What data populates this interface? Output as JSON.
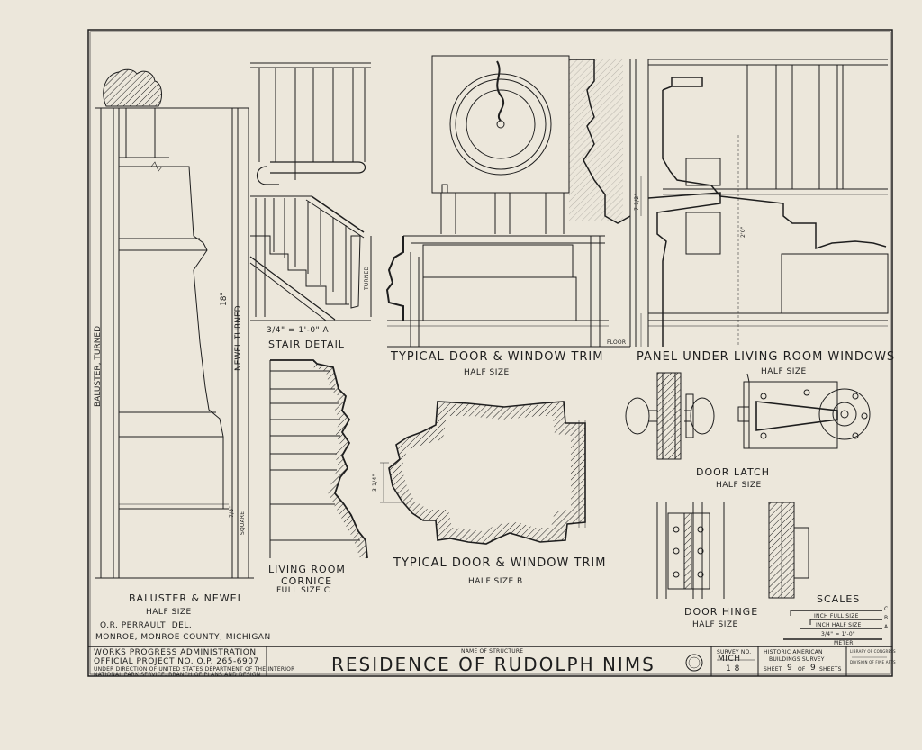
{
  "drawings": {
    "baluster_newel": {
      "baluster_label": "BALUSTER, TURNED",
      "newel_label": "NEWEL TURNED",
      "dim_18": "18\"",
      "dim_side": "7/8\"",
      "square_label": "SQUARE",
      "title": "BALUSTER & NEWEL",
      "scale": "HALF SIZE"
    },
    "stair_detail": {
      "scale": "3/4\" = 1'-0\"  A",
      "title": "STAIR DETAIL",
      "turned_label": "TURNED"
    },
    "door_window_trim_top": {
      "title": "TYPICAL DOOR & WINDOW TRIM",
      "scale": "HALF SIZE",
      "floor_label": "FLOOR"
    },
    "panel": {
      "title": "PANEL UNDER LIVING ROOM WINDOWS",
      "scale": "HALF SIZE",
      "dim_2": "2'0\"",
      "dim_7": "7 1/2\""
    },
    "cornice": {
      "title_1": "LIVING ROOM",
      "title_2": "CORNICE",
      "scale": "FULL SIZE  C"
    },
    "trim_section": {
      "title": "TYPICAL DOOR & WINDOW TRIM",
      "scale": "HALF SIZE  B",
      "dim": "3 1/4\""
    },
    "door_latch": {
      "title": "DOOR LATCH",
      "scale": "HALF SIZE"
    },
    "door_hinge": {
      "title": "DOOR HINGE",
      "scale": "HALF SIZE"
    },
    "scales": {
      "title": "SCALES",
      "rows": [
        "INCH   FULL SIZE",
        "INCH  HALF SIZE",
        "3/4\" = 1'-0\"",
        "METER"
      ],
      "letters": [
        "C",
        "B",
        "A"
      ]
    }
  },
  "credits": {
    "delineator": "O.R. PERRAULT, DEL.",
    "location": "MONROE, MONROE COUNTY, MICHIGAN"
  },
  "title_block": {
    "wpa_1": "WORKS PROGRESS ADMINISTRATION",
    "wpa_2": "OFFICIAL PROJECT NO. O.P. 265-6907",
    "wpa_3": "UNDER DIRECTION OF UNITED STATES DEPARTMENT OF THE INTERIOR",
    "wpa_4": "NATIONAL PARK SERVICE, BRANCH OF PLANS AND DESIGN",
    "name_label": "NAME OF STRUCTURE",
    "name": "RESIDENCE OF RUDOLPH NIMS",
    "survey_label": "SURVEY NO.",
    "survey_state": "MICH",
    "survey_num": "1 8",
    "habs_1": "HISTORIC AMERICAN",
    "habs_2": "BUILDINGS SURVEY",
    "sheet_label": "SHEET",
    "sheet_num": "9",
    "of_label": "OF",
    "sheet_total": "9",
    "sheets_label": "SHEETS",
    "library_1": "LIBRARY OF CONGRESS",
    "library_2": "DIVISION OF FINE ARTS"
  },
  "colors": {
    "paper": "#ece7db",
    "ink": "#1e1e1e"
  }
}
